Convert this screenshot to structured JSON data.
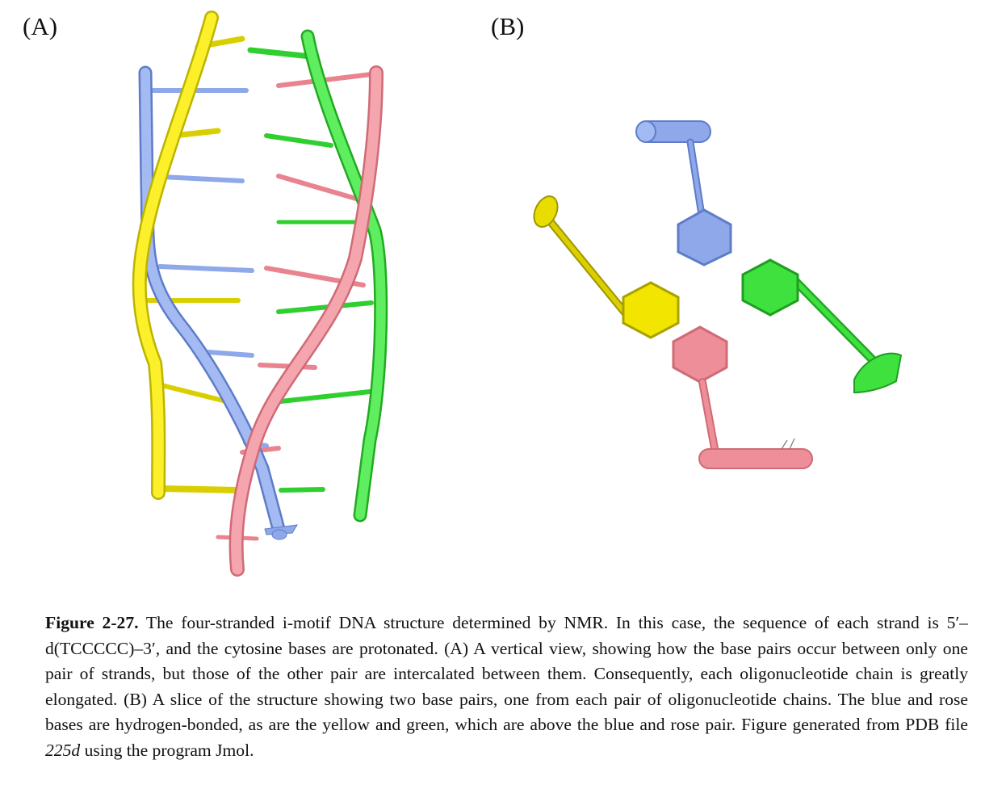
{
  "panels": {
    "a_label": "(A)",
    "b_label": "(B)"
  },
  "colors": {
    "yellow": "#f2e600",
    "blue": "#8ea8ea",
    "green": "#3fe13f",
    "rose": "#ee8e98"
  },
  "caption": {
    "figure_label": "Figure 2-27.",
    "part1": " The four-stranded i-motif DNA structure determined by NMR. In this case, the sequence of each strand is 5′–d(TCCCCC)–3′, and the cytosine bases are protonated. (A) A vertical view, showing how the base pairs occur between only one pair of strands, but those of the other pair are intercalated between them. Consequently, each oligonucleotide chain is greatly elongated. (B) A slice of the structure showing two base pairs, one from each pair of oligonucleotide chains. The blue and rose bases are hydrogen-bonded, as are the yellow and green, which are above the blue and rose pair. Figure generated from PDB file ",
    "pdb_id": "225d",
    "part2": " using the program Jmol."
  }
}
